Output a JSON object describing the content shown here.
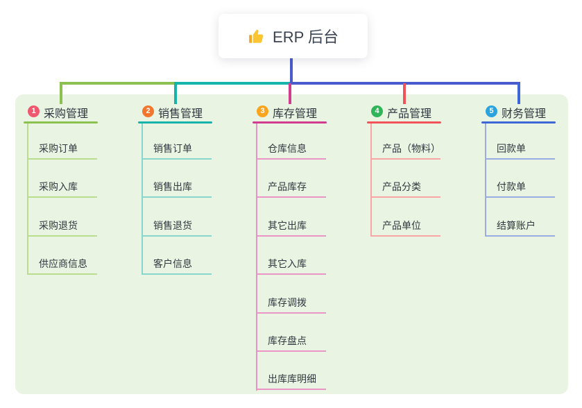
{
  "root": {
    "title": "ERP 后台",
    "icon": "thumbs-up-icon"
  },
  "canvas": {
    "colors": {
      "bg": "#E9F5E2"
    }
  },
  "connector": {
    "line_color": "#4A5BCB"
  },
  "branches": [
    {
      "badge": "1",
      "title": "采购管理",
      "badge_color": "#F1586F",
      "line_color": "#8CC152",
      "light_line_color": "#B9DC8F",
      "items": [
        "采购订单",
        "采购入库",
        "采购退货",
        "供应商信息"
      ]
    },
    {
      "badge": "2",
      "title": "销售管理",
      "badge_color": "#F3762F",
      "line_color": "#16B3AB",
      "light_line_color": "#86D6CE",
      "items": [
        "销售订单",
        "销售出库",
        "销售退货",
        "客户信息"
      ]
    },
    {
      "badge": "3",
      "title": "库存管理",
      "badge_color": "#FBA41E",
      "line_color": "#D23C8E",
      "light_line_color": "#E994C4",
      "items": [
        "仓库信息",
        "产品库存",
        "其它出库",
        "其它入库",
        "库存调拨",
        "库存盘点",
        "出库库明细"
      ]
    },
    {
      "badge": "4",
      "title": "产品管理",
      "badge_color": "#31B459",
      "line_color": "#F25259",
      "light_line_color": "#F8A5A5",
      "items": [
        "产品（物料）",
        "产品分类",
        "产品单位"
      ]
    },
    {
      "badge": "5",
      "title": "财务管理",
      "badge_color": "#2AA3DE",
      "line_color": "#3E66D6",
      "light_line_color": "#9AACE4",
      "items": [
        "回款单",
        "付款单",
        "结算账户"
      ]
    }
  ]
}
